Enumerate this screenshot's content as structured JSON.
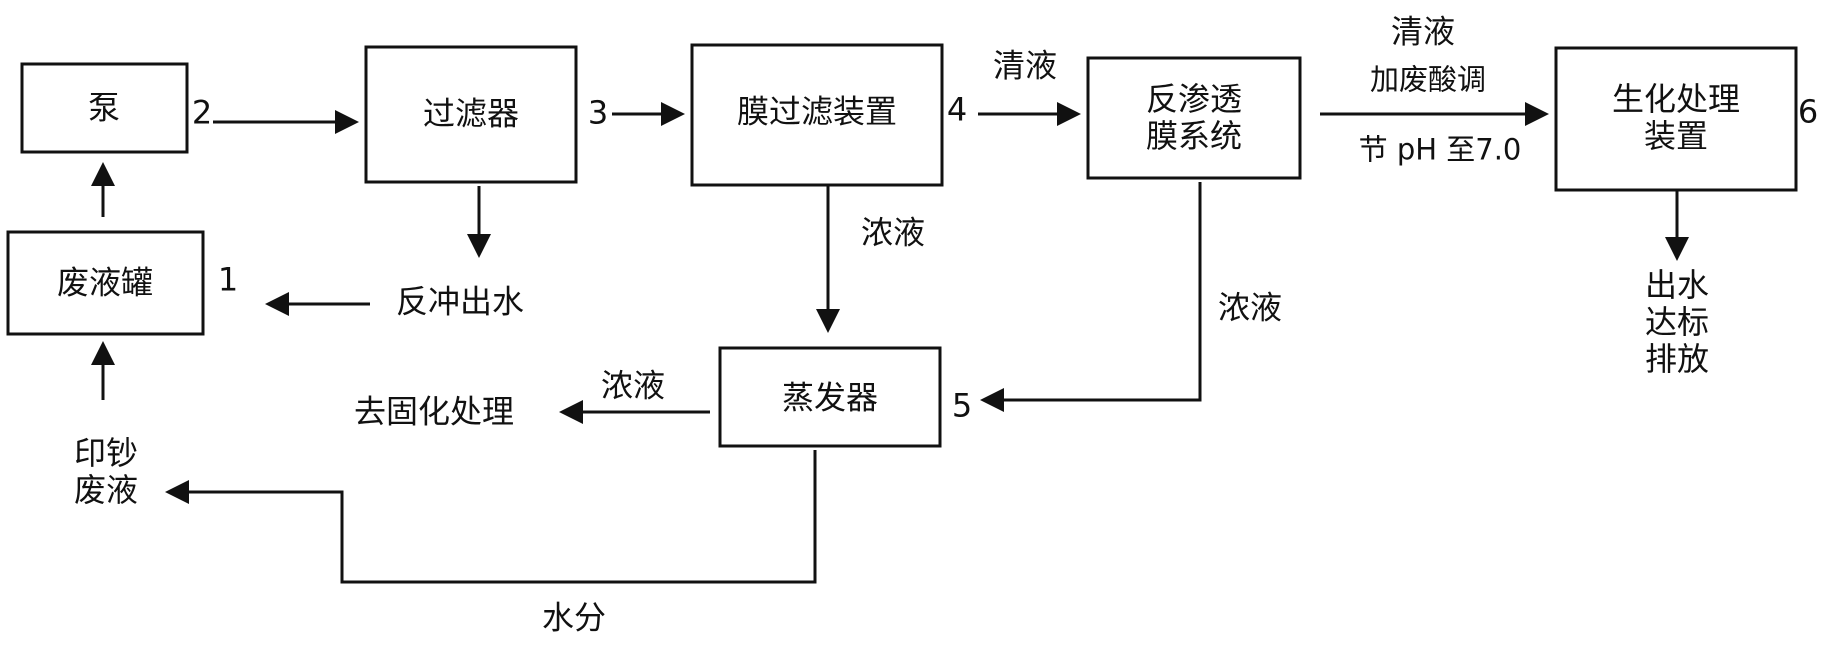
{
  "boxes": {
    "pump": "泵",
    "filter": "过滤器",
    "membrane": "膜过滤装置",
    "ro": [
      "反渗透",
      "膜系统"
    ],
    "bio": [
      "生化处理",
      "装置"
    ],
    "tank": "废液罐",
    "evaporator": "蒸发器"
  },
  "numbers": [
    "1",
    "2",
    "3",
    "4",
    "5",
    "6"
  ],
  "labels": {
    "clear_1": "清液",
    "clear_2": "清液",
    "acid_adjust": "加废酸调",
    "ph_adjust": "节 pH 至7.0",
    "conc_membrane": "浓液",
    "conc_ro": "浓液",
    "conc_evap": "浓液",
    "backwash": "反冲出水",
    "solidify": "去固化处理",
    "banknote_waste": [
      "印钞",
      "废液"
    ],
    "water": "水分",
    "discharge": [
      "出水",
      "达标",
      "排放"
    ]
  },
  "colors": {
    "stroke": "#111111",
    "fill": "#ffffff"
  }
}
